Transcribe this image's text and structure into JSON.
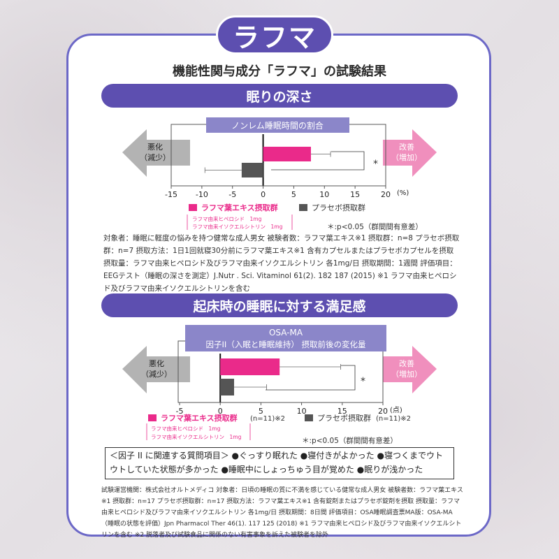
{
  "logo_text": "ラフマ",
  "main_title": "機能性関与成分「ラフマ」の試験結果",
  "colors": {
    "purple": "#5d4fb0",
    "pink": "#ea2a8a",
    "gray": "#555555",
    "arrow_gray": "#b3b3b3",
    "arrow_pink": "#f08fbd"
  },
  "section1": {
    "band_title": "眠りの深さ",
    "chart_header": "ノンレム睡眠時間の割合",
    "arrow_left": [
      "悪化",
      "（減少）"
    ],
    "arrow_right": [
      "改善",
      "（増加）"
    ],
    "unit": "(%)",
    "significance_mark": "*",
    "legend_treatment": "ラフマ葉エキス摂取群",
    "legend_treatment_sub1": "ラフマ由来ヒペロシド　1mg",
    "legend_treatment_sub2": "ラフマ由来イソクエルシトリン　1mg",
    "legend_placebo": "プラセボ摂取群",
    "significance_note": "＊:p<0.05（群間間有意差）",
    "method_note": "対象者：睡眠に軽度の悩みを持つ健常な成人男女 被験者数：ラフマ葉エキス※1 摂取群：n=8 プラセボ摂取群：n=7 摂取方法：1日1回就寝30分前にラフマ葉エキス※1 含有カプセルまたはプラセボカプセルを摂取 摂取量：ラフマ由来ヒペロシド及びラフマ由来イソクエルシトリン 各1mg/日 摂取期間：1週間 評価項目：EEGテスト（睡眠の深さを測定）J.Nutr . Sci. Vitaminol 61(2). 182 187 (2015) ※1 ラフマ由来ヒペロシド及びラフマ由来イソクエルシトリンを含む"
  },
  "section2": {
    "band_title": "起床時の睡眠に対する満足感",
    "chart_header_line1": "OSA-MA",
    "chart_header_line2": "因子II（入眠と睡眠維持） 摂取前後の変化量",
    "arrow_left": [
      "悪化",
      "（減少）"
    ],
    "arrow_right": [
      "改善",
      "（増加）"
    ],
    "unit": "(点)",
    "significance_mark": "*",
    "legend_treatment": "ラフマ葉エキス摂取群",
    "legend_treatment_n": "(n=11)※2",
    "legend_treatment_sub1": "ラフマ由来ヒペロシド　1mg",
    "legend_treatment_sub2": "ラフマ由来イソクエルシトリン　1mg",
    "legend_placebo": "プラセボ摂取群",
    "legend_placebo_n": "(n=11)※2",
    "significance_note": "＊:p<0.05（群間間有意差）",
    "questions": "＜因子 II に関連する質問項目＞ ●ぐっすり眠れた ●寝付きがよかった ●寝つくまでウトウトしていた状態が多かった ●睡眠中にしょっちゅう目が覚めた ●眠りが浅かった",
    "method_note": "試験運営機関：株式会社オルトメディコ 対象者：日頃の睡眠の質に不満を感じている健常な成人男女 被験者数：ラフマ葉エキス※1 摂取群：n=17 プラセボ摂取群：n=17 摂取方法：ラフマ葉エキス※1 含有錠剤またはプラセボ錠剤を摂取 摂取量：ラフマ由来ヒペロシド及びラフマ由来イソクエルシトリン 各1mg/日 摂取期間：8日間 評価項目：OSA睡眠調査票MA版：OSA-MA（睡眠の状態を評価）Jpn Pharmacol Ther 46(1). 117 125 (2018) ※1 ラフマ由来ヒペロシド及びラフマ由来イソクエルシトリンを含む ※2 脱落者及び試験食品に関係のない有害事象を訴えた被験者を除外"
  },
  "chart_data": [
    {
      "type": "bar",
      "orientation": "horizontal",
      "title": "ノンレム睡眠時間の割合",
      "unit": "(%)",
      "xlim": [
        -15,
        20
      ],
      "ticks": [
        -15,
        -10,
        -5,
        0,
        5,
        10,
        15,
        20
      ],
      "series": [
        {
          "name": "ラフマ葉エキス摂取群",
          "value": 7.8,
          "error": 3.2,
          "color": "#ea2a8a"
        },
        {
          "name": "プラセボ摂取群",
          "value": -3.5,
          "error": 6.0,
          "color": "#555555"
        }
      ]
    },
    {
      "type": "bar",
      "orientation": "horizontal",
      "title": "因子II（入眠と睡眠維持） 摂取前後の変化量",
      "unit": "(点)",
      "xlim": [
        -5,
        20
      ],
      "ticks": [
        -5,
        0,
        5,
        10,
        15,
        20
      ],
      "series": [
        {
          "name": "ラフマ葉エキス摂取群",
          "value": 7.3,
          "error": 7.5,
          "color": "#ea2a8a"
        },
        {
          "name": "プラセボ摂取群",
          "value": 1.7,
          "error": 4.0,
          "color": "#555555"
        }
      ]
    }
  ]
}
